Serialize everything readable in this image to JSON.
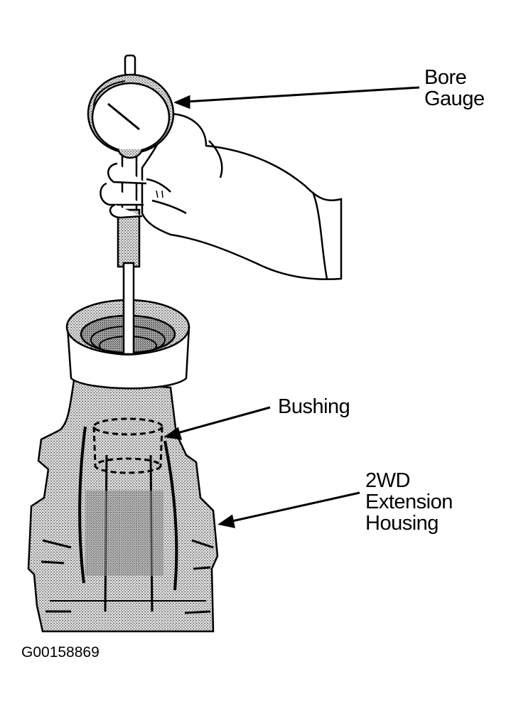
{
  "labels": {
    "bore_gauge": [
      "Bore",
      "Gauge"
    ],
    "bushing": "Bushing",
    "extension_housing": [
      "2WD",
      "Extension",
      "Housing"
    ]
  },
  "figure_id": "G00158869"
}
